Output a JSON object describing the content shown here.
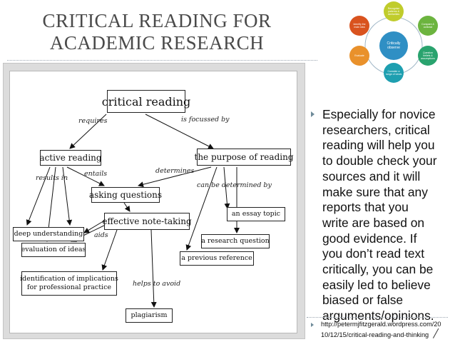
{
  "slide": {
    "title_line1": "CRITICAL READING FOR",
    "title_line2": "ACADEMIC RESEARCH"
  },
  "cycle": {
    "center": "Critically observe",
    "nodes": [
      "Recognise patterns & similarities",
      "Compare & contrast",
      "Question beliefs & assumptions",
      "Consider a range of views",
      "Evaluate",
      "Identify the main idea"
    ],
    "colors": {
      "center": "#2f8fc4",
      "nodes": [
        "#c0cc2c",
        "#6cb43f",
        "#29a36e",
        "#1e9fb0",
        "#e9912b",
        "#d9531e"
      ]
    }
  },
  "diagram": {
    "boxes": {
      "critical_reading": "critical reading",
      "active_reading": "active reading",
      "purpose_of_reading": "the purpose of reading",
      "asking_questions": "asking questions",
      "effective_note_taking": "effective note-taking",
      "essay_topic": "an essay topic",
      "research_question": "a research question",
      "previous_reference": "a previous reference",
      "deep_understanding": "deep understanding",
      "evaluation_of_ideas": "evaluation of ideas",
      "implications_line1": "identification of implications",
      "implications_line2": "for professional practice",
      "plagiarism": "plagiarism"
    },
    "labels": {
      "requires": "requires",
      "is_focussed_by": "is focussed by",
      "results_in": "results in",
      "entails": "entails",
      "determines": "determines",
      "can_be_determined_by": "can be determined by",
      "aids": "aids",
      "helps_to_avoid": "helps to avoid"
    }
  },
  "text": {
    "bullet_lines": [
      "Especially for novice",
      "researchers, critical",
      "reading will help you",
      "to double check your",
      "sources and it will",
      "make sure that any",
      "reports that you",
      "write are based on",
      "good evidence. If",
      "you don’t read text",
      "critically, you can be",
      "easily led to believe",
      "biased or false",
      "arguments/opinions."
    ],
    "url_line1": "http://petermjfitzgerald.wordpress.com/20",
    "url_line2": "10/12/15/critical-reading-and-thinking",
    "url_slash": "/"
  },
  "colors": {
    "title": "#4a4a4a",
    "bullet_arrow": "#6f8b9a"
  }
}
